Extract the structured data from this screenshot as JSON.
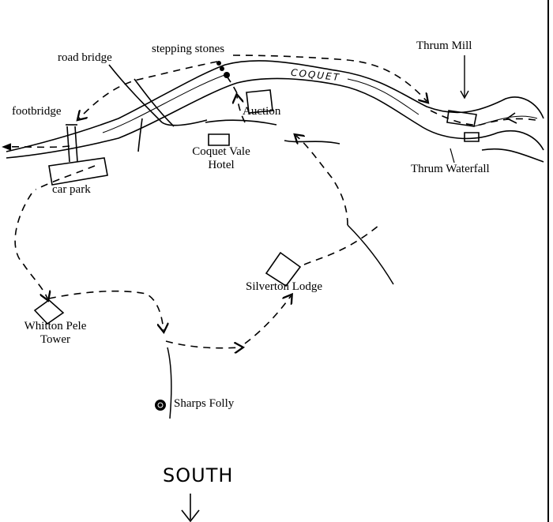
{
  "map": {
    "river_name": "COQUET",
    "direction_label": "SOUTH",
    "places": {
      "road_bridge": "road bridge",
      "stepping_stones": "stepping stones",
      "thrum_mill": "Thrum Mill",
      "footbridge": "footbridge",
      "auction": "Auction",
      "coquet_vale_hotel_line1": "Coquet Vale",
      "coquet_vale_hotel_line2": "Hotel",
      "thrum_waterfall": "Thrum Waterfall",
      "car_park": "car park",
      "silverton_lodge": "Silverton Lodge",
      "whitton_pele_tower_line1": "Whitton Pele",
      "whitton_pele_tower_line2": "Tower",
      "sharps_folly": "Sharps Folly"
    }
  }
}
